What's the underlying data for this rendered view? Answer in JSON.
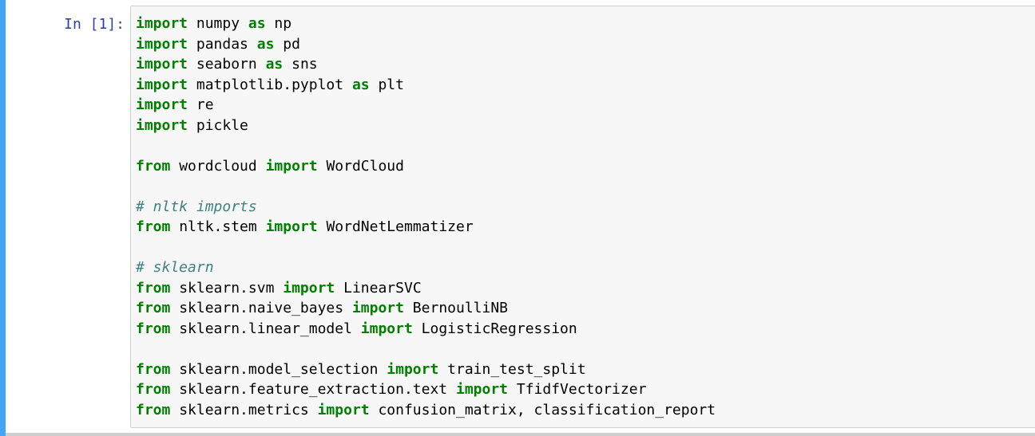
{
  "cell": {
    "prompt": "In [1]:",
    "colors": {
      "selected_bar": "#42a5f5",
      "prompt": "#303f9f",
      "keyword": "#008000",
      "comment": "#408080",
      "input_background": "#f7f7f7"
    },
    "lines": [
      [
        {
          "t": "import",
          "k": "kw"
        },
        {
          "t": " numpy ",
          "k": "n"
        },
        {
          "t": "as",
          "k": "kw"
        },
        {
          "t": " np",
          "k": "n"
        }
      ],
      [
        {
          "t": "import",
          "k": "kw"
        },
        {
          "t": " pandas ",
          "k": "n"
        },
        {
          "t": "as",
          "k": "kw"
        },
        {
          "t": " pd",
          "k": "n"
        }
      ],
      [
        {
          "t": "import",
          "k": "kw"
        },
        {
          "t": " seaborn ",
          "k": "n"
        },
        {
          "t": "as",
          "k": "kw"
        },
        {
          "t": " sns",
          "k": "n"
        }
      ],
      [
        {
          "t": "import",
          "k": "kw"
        },
        {
          "t": " matplotlib.pyplot ",
          "k": "n"
        },
        {
          "t": "as",
          "k": "kw"
        },
        {
          "t": " plt",
          "k": "n"
        }
      ],
      [
        {
          "t": "import",
          "k": "kw"
        },
        {
          "t": " re",
          "k": "n"
        }
      ],
      [
        {
          "t": "import",
          "k": "kw"
        },
        {
          "t": " pickle",
          "k": "n"
        }
      ],
      [],
      [
        {
          "t": "from",
          "k": "kw"
        },
        {
          "t": " wordcloud ",
          "k": "n"
        },
        {
          "t": "import",
          "k": "kw"
        },
        {
          "t": " WordCloud",
          "k": "n"
        }
      ],
      [],
      [
        {
          "t": "# nltk imports",
          "k": "cm"
        }
      ],
      [
        {
          "t": "from",
          "k": "kw"
        },
        {
          "t": " nltk.stem ",
          "k": "n"
        },
        {
          "t": "import",
          "k": "kw"
        },
        {
          "t": " WordNetLemmatizer",
          "k": "n"
        }
      ],
      [],
      [
        {
          "t": "# sklearn",
          "k": "cm"
        }
      ],
      [
        {
          "t": "from",
          "k": "kw"
        },
        {
          "t": " sklearn.svm ",
          "k": "n"
        },
        {
          "t": "import",
          "k": "kw"
        },
        {
          "t": " LinearSVC",
          "k": "n"
        }
      ],
      [
        {
          "t": "from",
          "k": "kw"
        },
        {
          "t": " sklearn.naive_bayes ",
          "k": "n"
        },
        {
          "t": "import",
          "k": "kw"
        },
        {
          "t": " BernoulliNB",
          "k": "n"
        }
      ],
      [
        {
          "t": "from",
          "k": "kw"
        },
        {
          "t": " sklearn.linear_model ",
          "k": "n"
        },
        {
          "t": "import",
          "k": "kw"
        },
        {
          "t": " LogisticRegression",
          "k": "n"
        }
      ],
      [],
      [
        {
          "t": "from",
          "k": "kw"
        },
        {
          "t": " sklearn.model_selection ",
          "k": "n"
        },
        {
          "t": "import",
          "k": "kw"
        },
        {
          "t": " train_test_split",
          "k": "n"
        }
      ],
      [
        {
          "t": "from",
          "k": "kw"
        },
        {
          "t": " sklearn.feature_extraction.text ",
          "k": "n"
        },
        {
          "t": "import",
          "k": "kw"
        },
        {
          "t": " TfidfVectorizer",
          "k": "n"
        }
      ],
      [
        {
          "t": "from",
          "k": "kw"
        },
        {
          "t": " sklearn.metrics ",
          "k": "n"
        },
        {
          "t": "import",
          "k": "kw"
        },
        {
          "t": " confusion_matrix, classification_report",
          "k": "n"
        }
      ]
    ]
  }
}
